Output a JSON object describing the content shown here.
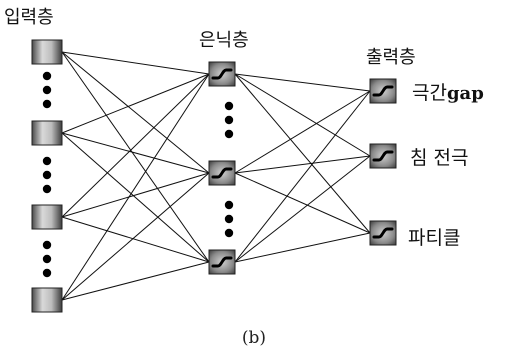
{
  "layers": {
    "input": "입력층",
    "hidden": "은닉층",
    "output": "출력층"
  },
  "outputs": [
    {
      "kr": "극간",
      "en": "gap"
    },
    {
      "kr": "침 전극",
      "en": ""
    },
    {
      "kr": "파티클",
      "en": ""
    }
  ],
  "caption": "(b)",
  "colors": {
    "line": "#111111",
    "node_dark": "#3a3a3a",
    "node_light": "#d8d8d8",
    "dot": "#000000"
  }
}
